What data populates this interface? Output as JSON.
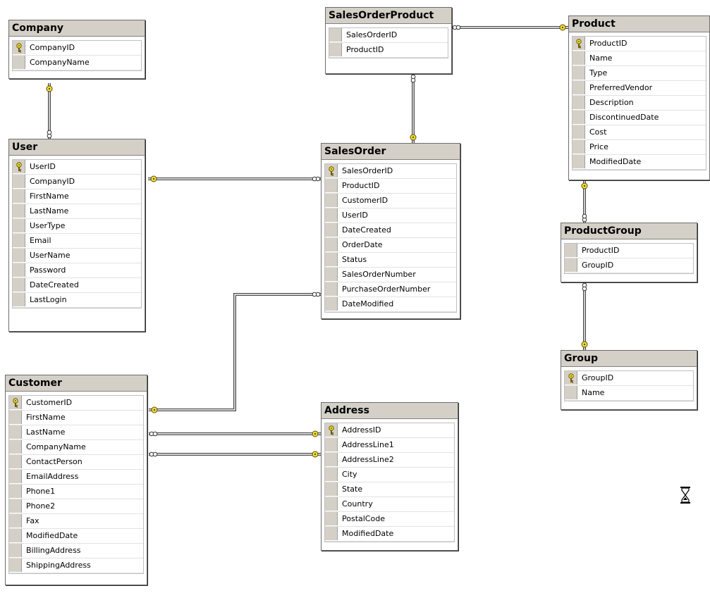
{
  "tables": [
    {
      "id": "company",
      "title": "Company",
      "columns": [
        {
          "name": "CompanyID",
          "key": true
        },
        {
          "name": "CompanyName",
          "key": false
        }
      ]
    },
    {
      "id": "user",
      "title": "User",
      "columns": [
        {
          "name": "UserID",
          "key": true
        },
        {
          "name": "CompanyID",
          "key": false
        },
        {
          "name": "FirstName",
          "key": false
        },
        {
          "name": "LastName",
          "key": false
        },
        {
          "name": "UserType",
          "key": false
        },
        {
          "name": "Email",
          "key": false
        },
        {
          "name": "UserName",
          "key": false
        },
        {
          "name": "Password",
          "key": false
        },
        {
          "name": "DateCreated",
          "key": false
        },
        {
          "name": "LastLogin",
          "key": false
        }
      ]
    },
    {
      "id": "customer",
      "title": "Customer",
      "columns": [
        {
          "name": "CustomerID",
          "key": true
        },
        {
          "name": "FirstName",
          "key": false
        },
        {
          "name": "LastName",
          "key": false
        },
        {
          "name": "CompanyName",
          "key": false
        },
        {
          "name": "ContactPerson",
          "key": false
        },
        {
          "name": "EmailAddress",
          "key": false
        },
        {
          "name": "Phone1",
          "key": false
        },
        {
          "name": "Phone2",
          "key": false
        },
        {
          "name": "Fax",
          "key": false
        },
        {
          "name": "ModifiedDate",
          "key": false
        },
        {
          "name": "BillingAddress",
          "key": false
        },
        {
          "name": "ShippingAddress",
          "key": false
        }
      ]
    },
    {
      "id": "salesorderproduct",
      "title": "SalesOrderProduct",
      "columns": [
        {
          "name": "SalesOrderID",
          "key": false
        },
        {
          "name": "ProductID",
          "key": false
        }
      ]
    },
    {
      "id": "salesorder",
      "title": "SalesOrder",
      "columns": [
        {
          "name": "SalesOrderID",
          "key": true
        },
        {
          "name": "ProductID",
          "key": false
        },
        {
          "name": "CustomerID",
          "key": false
        },
        {
          "name": "UserID",
          "key": false
        },
        {
          "name": "DateCreated",
          "key": false
        },
        {
          "name": "OrderDate",
          "key": false
        },
        {
          "name": "Status",
          "key": false
        },
        {
          "name": "SalesOrderNumber",
          "key": false
        },
        {
          "name": "PurchaseOrderNumber",
          "key": false
        },
        {
          "name": "DateModified",
          "key": false
        }
      ]
    },
    {
      "id": "address",
      "title": "Address",
      "columns": [
        {
          "name": "AddressID",
          "key": true
        },
        {
          "name": "AddressLine1",
          "key": false
        },
        {
          "name": "AddressLine2",
          "key": false
        },
        {
          "name": "City",
          "key": false
        },
        {
          "name": "State",
          "key": false
        },
        {
          "name": "Country",
          "key": false
        },
        {
          "name": "PostalCode",
          "key": false
        },
        {
          "name": "ModifiedDate",
          "key": false
        }
      ]
    },
    {
      "id": "product",
      "title": "Product",
      "columns": [
        {
          "name": "ProductID",
          "key": true
        },
        {
          "name": "Name",
          "key": false
        },
        {
          "name": "Type",
          "key": false
        },
        {
          "name": "PreferredVendor",
          "key": false
        },
        {
          "name": "Description",
          "key": false
        },
        {
          "name": "DiscontinuedDate",
          "key": false
        },
        {
          "name": "Cost",
          "key": false
        },
        {
          "name": "Price",
          "key": false
        },
        {
          "name": "ModifiedDate",
          "key": false
        }
      ]
    },
    {
      "id": "productgroup",
      "title": "ProductGroup",
      "columns": [
        {
          "name": "ProductID",
          "key": false
        },
        {
          "name": "GroupID",
          "key": false
        }
      ]
    },
    {
      "id": "group",
      "title": "Group",
      "columns": [
        {
          "name": "GroupID",
          "key": true
        },
        {
          "name": "Name",
          "key": false
        }
      ]
    }
  ],
  "relationships": [
    {
      "id": "company-user",
      "from": "Company",
      "to": "User"
    },
    {
      "id": "user-salesorder",
      "from": "User",
      "to": "SalesOrder"
    },
    {
      "id": "customer-salesorder",
      "from": "Customer",
      "to": "SalesOrder"
    },
    {
      "id": "customer-address-1",
      "from": "Customer",
      "to": "Address"
    },
    {
      "id": "customer-address-2",
      "from": "Customer",
      "to": "Address"
    },
    {
      "id": "salesorderproduct-salesorder",
      "from": "SalesOrderProduct",
      "to": "SalesOrder"
    },
    {
      "id": "salesorderproduct-product",
      "from": "SalesOrderProduct",
      "to": "Product"
    },
    {
      "id": "product-productgroup",
      "from": "Product",
      "to": "ProductGroup"
    },
    {
      "id": "productgroup-group",
      "from": "ProductGroup",
      "to": "Group"
    }
  ],
  "icons": {
    "primary_key": "key-icon",
    "busy": "hourglass-icon"
  },
  "colors": {
    "header": "#d4d0c8",
    "key": "#f3e03a",
    "line": "#4a4a4a"
  }
}
